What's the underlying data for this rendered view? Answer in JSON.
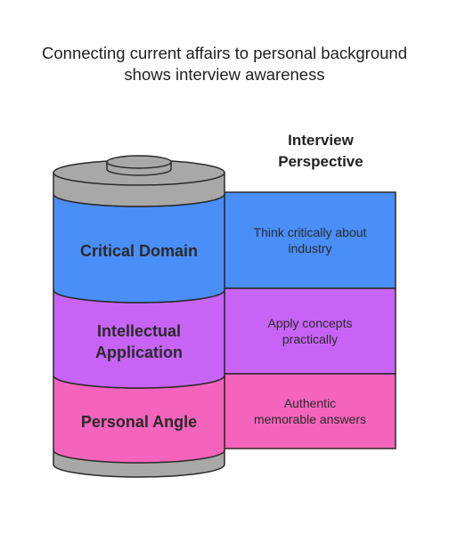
{
  "title": {
    "line1": "Connecting current affairs to personal background",
    "line2": "shows interview awareness"
  },
  "panel_heading": {
    "line1": "Interview",
    "line2": "Perspective"
  },
  "layers": [
    {
      "label": "Critical Domain",
      "description_line1": "Think critically about",
      "description_line2": "industry",
      "color": "#4a8ef8"
    },
    {
      "label_line1": "Intellectual",
      "label_line2": "Application",
      "description_line1": "Apply concepts",
      "description_line2": "practically",
      "color": "#c764f6"
    },
    {
      "label": "Personal Angle",
      "description_line1": "Authentic",
      "description_line2": "memorable answers",
      "color": "#f464bc"
    }
  ],
  "colors": {
    "cap": "#a8a8a8",
    "cap_dark": "#8c8c8c",
    "outline": "#2a2a2a"
  }
}
